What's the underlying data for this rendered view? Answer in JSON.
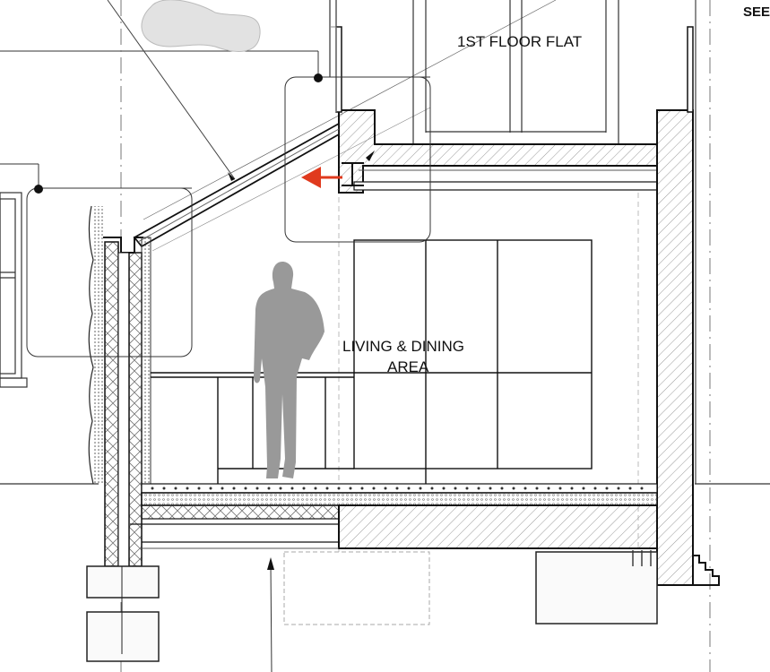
{
  "drawing": {
    "type": "architectural-section",
    "labels": {
      "first_floor": "1ST FLOOR FLAT",
      "living_line1": "LIVING & DINING",
      "living_line2": "AREA",
      "see_note": "SEE"
    },
    "callouts": [
      {
        "name": "roof-eaves-detail-callout",
        "bubble": [
          30,
          210,
          214,
          398
        ]
      },
      {
        "name": "steel-beam-detail-callout",
        "bubble": [
          318,
          86,
          480,
          270
        ]
      }
    ],
    "markers": {
      "section_arrow_color": "#e03a1e",
      "figure_color": "#999999",
      "hatch_color": "#9a9a9a",
      "line_color": "#1a1a1a"
    }
  }
}
